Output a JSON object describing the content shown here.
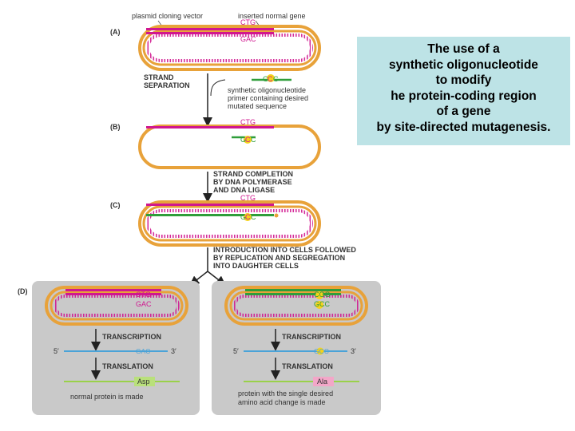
{
  "caption": {
    "lines": [
      "The use of a",
      "synthetic oligonucleotide",
      "to modify",
      "he protein-coding region",
      "of a gene",
      "by site-directed mutagenesis."
    ]
  },
  "labels": {
    "plasmid": "plasmid cloning vector",
    "inserted": "inserted normal gene",
    "panel_a": "(A)",
    "panel_b": "(B)",
    "panel_c": "(C)",
    "panel_d": "(D)",
    "strand_sep_1": "STRAND",
    "strand_sep_2": "SEPARATION",
    "primer_1": "synthetic oligonucleotide",
    "primer_2": "primer containing desired",
    "primer_3": "mutated sequence",
    "completion_1": "STRAND COMPLETION",
    "completion_2": "BY DNA POLYMERASE",
    "completion_3": "AND DNA LIGASE",
    "intro_1": "INTRODUCTION INTO CELLS FOLLOWED",
    "intro_2": "BY REPLICATION AND SEGREGATION",
    "intro_3": "INTO DAUGHTER CELLS",
    "transcription": "TRANSCRIPTION",
    "translation": "TRANSLATION",
    "five_prime": "5′",
    "three_prime": "3′",
    "normal_text": "normal protein is made",
    "mutant_text_1": "protein with the single desired",
    "mutant_text_2": "amino acid change is made"
  },
  "codons": {
    "ctg": "CTG",
    "gac": "GAC",
    "primer_pre": "G",
    "primer_c": "C",
    "primer_post": "C",
    "cgg": "CGG",
    "gcc": "GCC",
    "b_bottom_pre": "G",
    "b_bottom_post": "C"
  },
  "amino": {
    "normal": "Asp",
    "mutant": "Ala"
  },
  "colors": {
    "plasmid": "#e8a23a",
    "gene_strand": "#d0178f",
    "new_strand": "#2f9e3a",
    "mrna": "#4aa3d8",
    "protein": "#9ad14a",
    "asp_box": "#b9e07b",
    "ala_box": "#f3a6c8",
    "cell": "#c9c9c9",
    "caption_bg": "#bde3e6",
    "mutation_dot": "#f5d21a"
  }
}
